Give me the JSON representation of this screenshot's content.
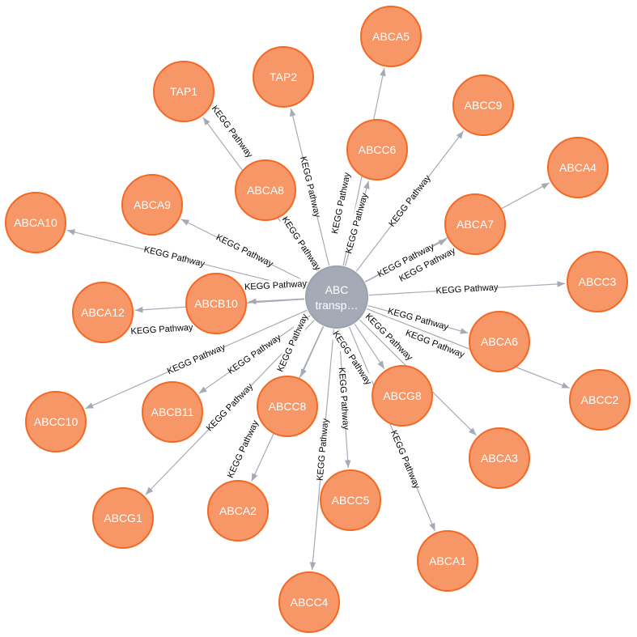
{
  "center_node": {
    "label_line1": "ABC",
    "label_line2": "transp…",
    "color": "#a5abb6",
    "border": "#9aa1ac"
  },
  "gene_node_style": {
    "color": "#f79767",
    "border": "#f36924"
  },
  "edge_color": "#a5abb6",
  "relationship_label": "KEGG Pathway",
  "nodes": [
    "ABCA5",
    "TAP2",
    "TAP1",
    "ABCC9",
    "ABCC6",
    "ABCA4",
    "ABCA8",
    "ABCA9",
    "ABCA10",
    "ABCA7",
    "ABCC3",
    "ABCB10",
    "ABCA12",
    "ABCA6",
    "ABCC2",
    "ABCG8",
    "ABCC8",
    "ABCB11",
    "ABCC10",
    "ABCA3",
    "ABCA2",
    "ABCC5",
    "ABCG1",
    "ABCA1",
    "ABCC4"
  ]
}
